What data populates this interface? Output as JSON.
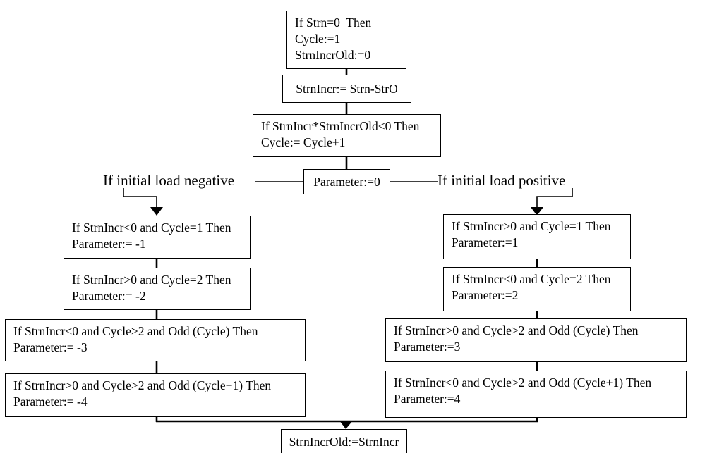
{
  "colors": {
    "ink": "#000000",
    "paper": "#ffffff"
  },
  "flow": {
    "init": {
      "lines": [
        "If Strn=0  Then",
        "Cycle:=1",
        "StrnIncrOld:=0"
      ]
    },
    "increment": {
      "lines": [
        "StrnIncr:= Strn-StrO"
      ]
    },
    "cycle_update": {
      "lines": [
        "If StrnIncr*StrnIncrOld<0 Then",
        "Cycle:= Cycle+1"
      ]
    },
    "param_reset": {
      "lines": [
        "Parameter:=0"
      ]
    },
    "store_old": {
      "lines": [
        "StrnIncrOld:=StrnIncr"
      ]
    }
  },
  "branches": {
    "negative": {
      "label": "If initial load negative",
      "boxes": [
        {
          "lines": [
            "If StrnIncr<0 and Cycle=1 Then",
            "Parameter:= -1"
          ]
        },
        {
          "lines": [
            "If StrnIncr>0 and Cycle=2 Then",
            "Parameter:= -2"
          ]
        },
        {
          "lines": [
            "If StrnIncr<0 and Cycle>2 and Odd (Cycle) Then",
            "Parameter:= -3"
          ]
        },
        {
          "lines": [
            "If StrnIncr>0 and Cycle>2 and Odd (Cycle+1) Then",
            "Parameter:= -4"
          ]
        }
      ]
    },
    "positive": {
      "label": "If initial load positive",
      "boxes": [
        {
          "lines": [
            "If StrnIncr>0 and Cycle=1 Then",
            "Parameter:=1"
          ]
        },
        {
          "lines": [
            "If StrnIncr<0 and Cycle=2 Then",
            "Parameter:=2"
          ]
        },
        {
          "lines": [
            "If StrnIncr>0 and Cycle>2 and Odd (Cycle) Then",
            "Parameter:=3"
          ]
        },
        {
          "lines": [
            "If StrnIncr<0 and Cycle>2 and Odd (Cycle+1) Then",
            "Parameter:=4"
          ]
        }
      ]
    }
  }
}
